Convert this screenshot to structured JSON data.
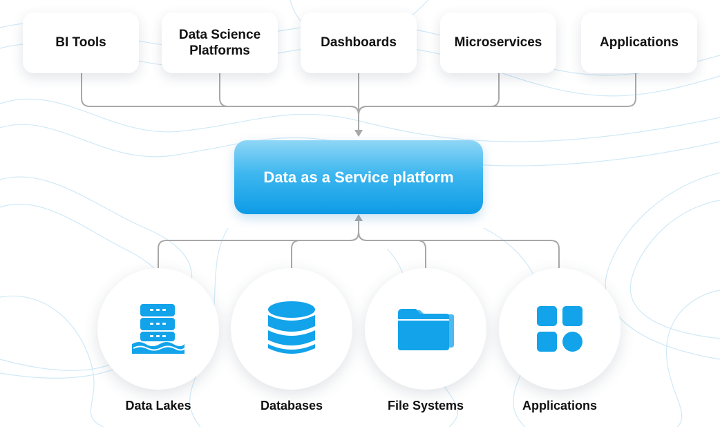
{
  "consumers": [
    {
      "label": "BI  Tools"
    },
    {
      "label": "Data Science\nPlatforms"
    },
    {
      "label": "Dashboards"
    },
    {
      "label": "Microservices"
    },
    {
      "label": "Applications"
    }
  ],
  "platform": {
    "label": "Data as a Service platform"
  },
  "sources": [
    {
      "label": "Data Lakes",
      "icon": "data-lake-icon"
    },
    {
      "label": "Databases",
      "icon": "database-icon"
    },
    {
      "label": "File Systems",
      "icon": "folder-icon"
    },
    {
      "label": "Applications",
      "icon": "apps-grid-icon"
    }
  ],
  "colors": {
    "accent": "#0d9be6",
    "icon": "#12a3ea",
    "connector": "#a8a8a8",
    "contour": "#cfe9f7"
  }
}
